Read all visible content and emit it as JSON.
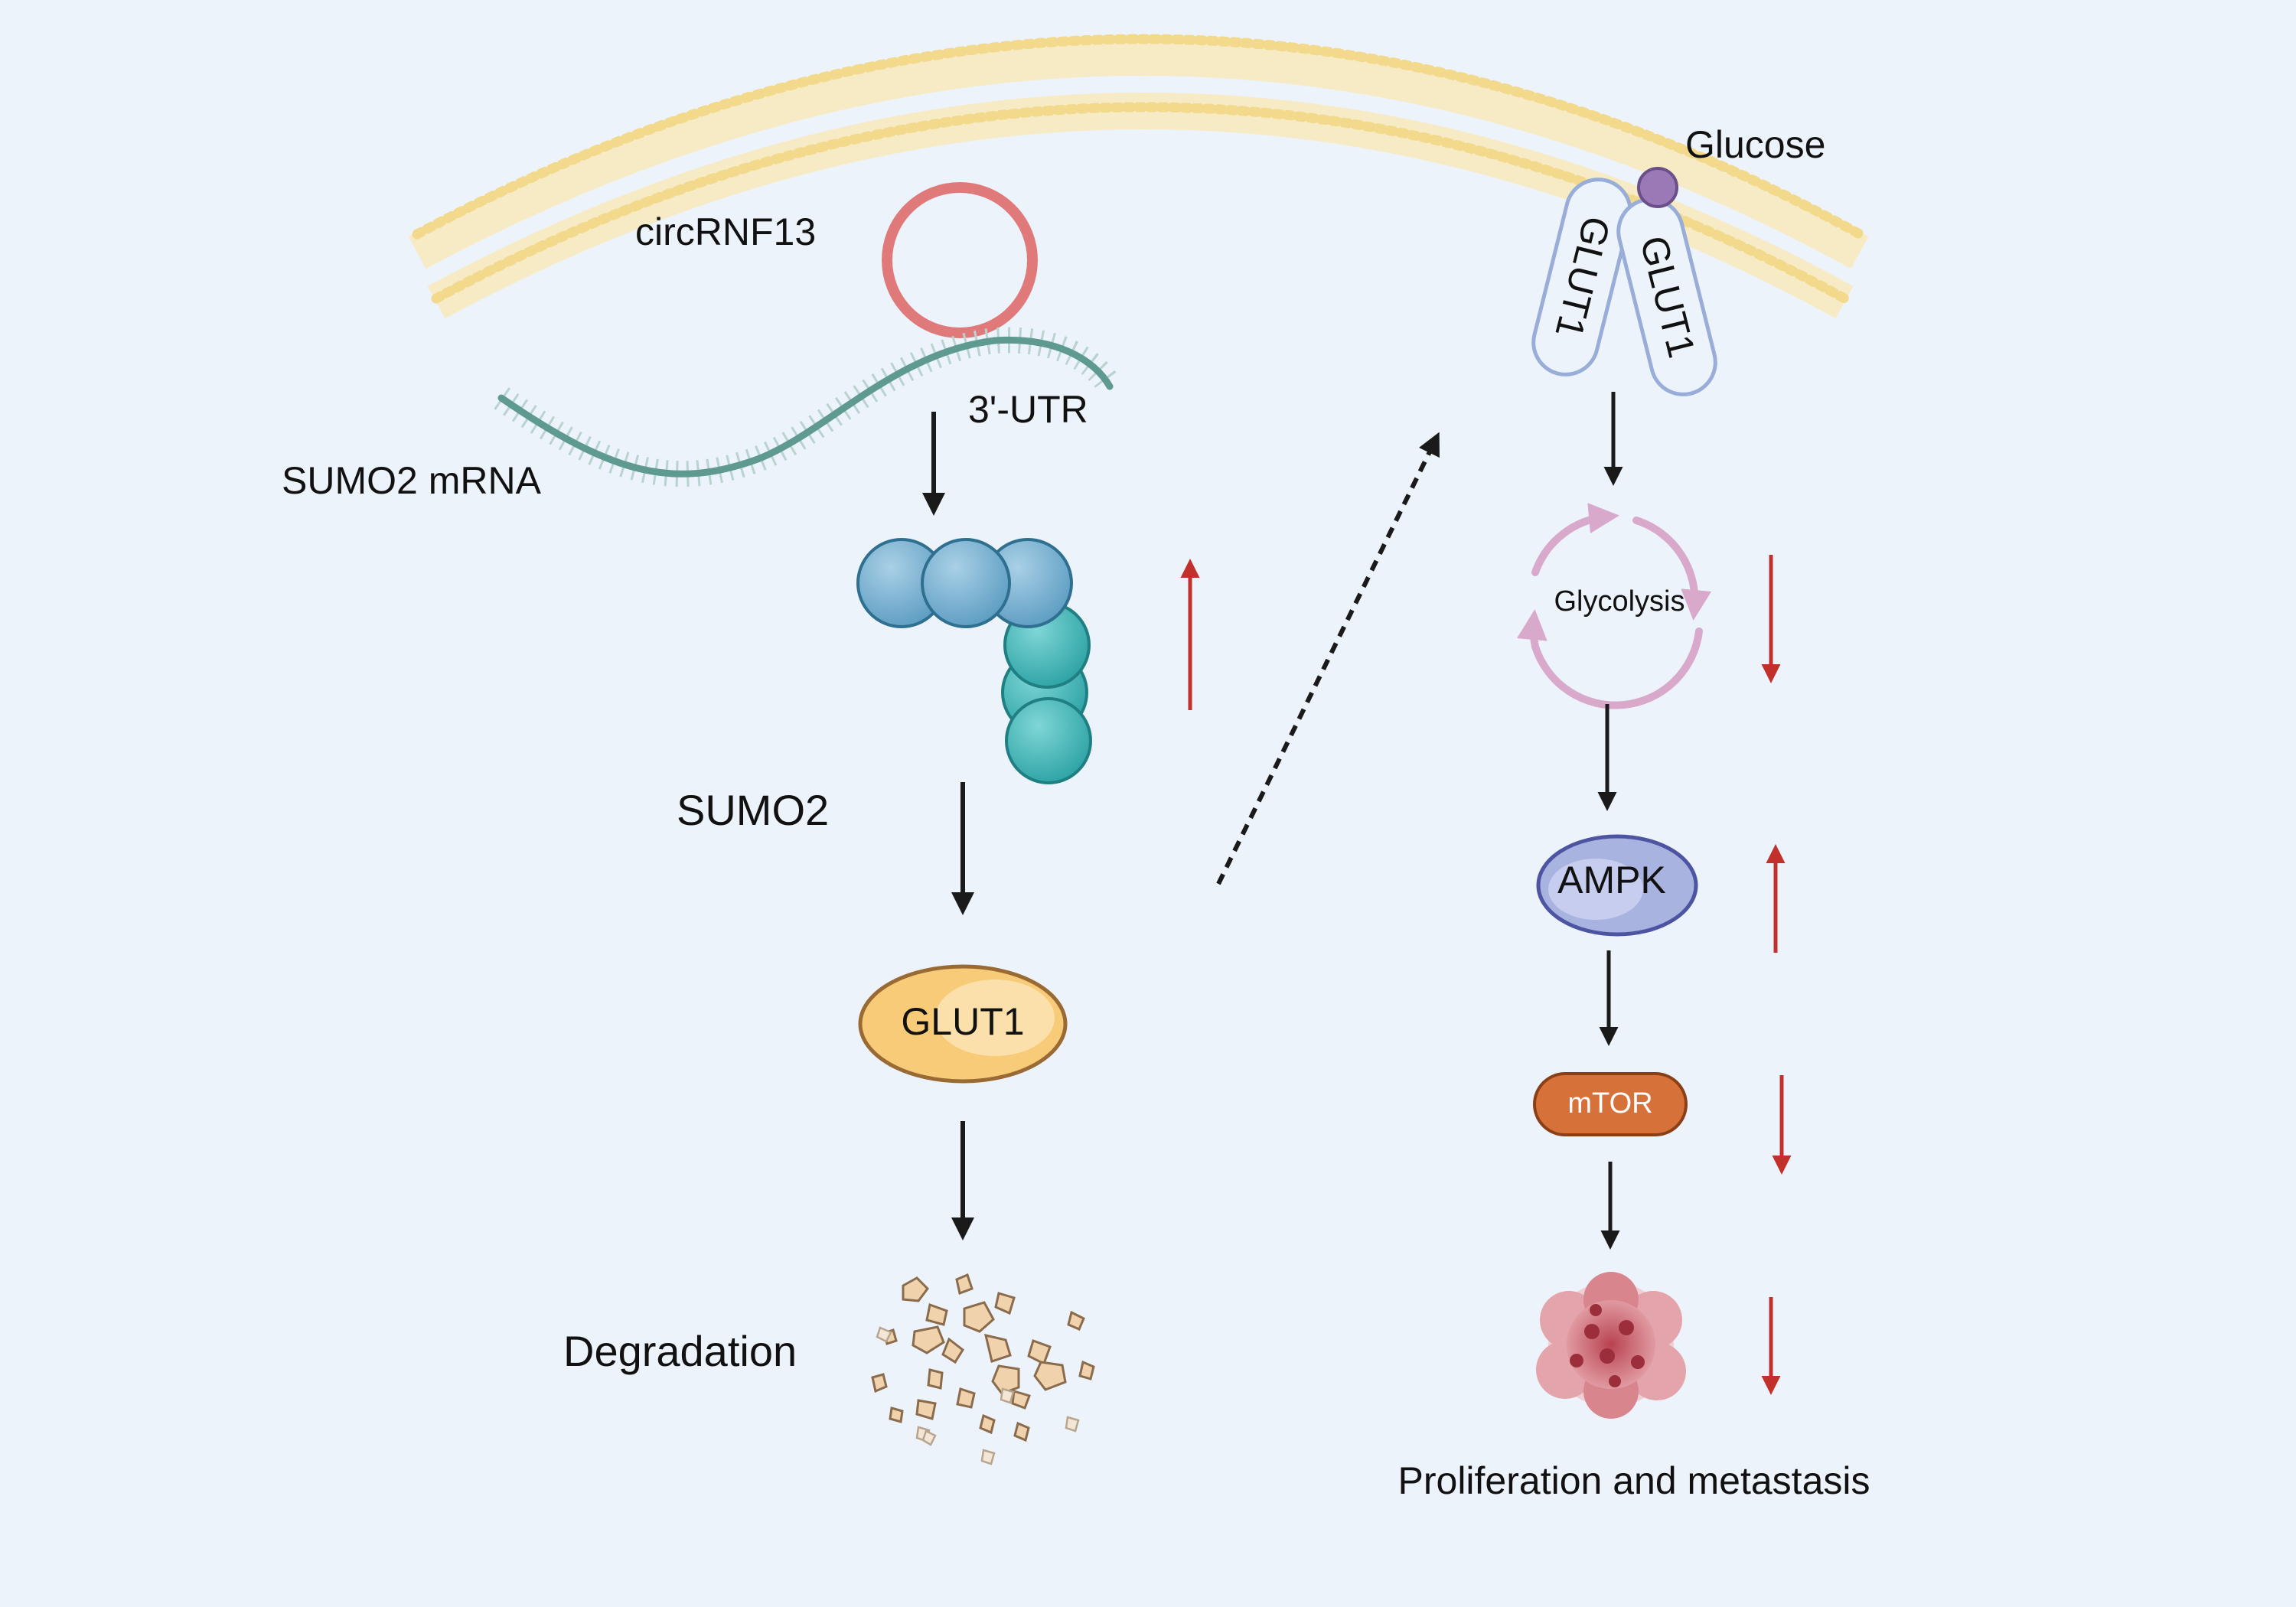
{
  "labels": {
    "glucose": "Glucose",
    "circrna": "circRNF13",
    "utr": "3'-UTR",
    "mrna": "SUMO2 mRNA",
    "sumo2": "SUMO2",
    "glut1_protein": "GLUT1",
    "degradation": "Degradation",
    "glut1_transporter_a": "GLUT1",
    "glut1_transporter_b": "GLUT1",
    "glycolysis": "Glycolysis",
    "ampk": "AMPK",
    "mtor": "mTOR",
    "outcome": "Proliferation and metastasis"
  },
  "regulation": {
    "sumo2": "up",
    "glycolysis": "down",
    "ampk": "up",
    "mtor": "down",
    "outcome": "down"
  },
  "colors": {
    "background": "#edf3fb",
    "membrane": "#f2d98c",
    "circrna": "#e07a7a",
    "mrna": "#5f9a90",
    "sumo2_blue": "#7eb4d3",
    "sumo2_teal": "#49b9b9",
    "glut1_protein": "#f7cb78",
    "glut1_transporter": "#98aed8",
    "glucose": "#9b79b6",
    "glycolysis": "#d9a9cb",
    "ampk": "#a9b3e0",
    "mtor": "#d7713a",
    "tumor": "#cf6f78",
    "regulation_arrow": "#c2302c",
    "pathway_arrow": "#1a1a1a"
  }
}
